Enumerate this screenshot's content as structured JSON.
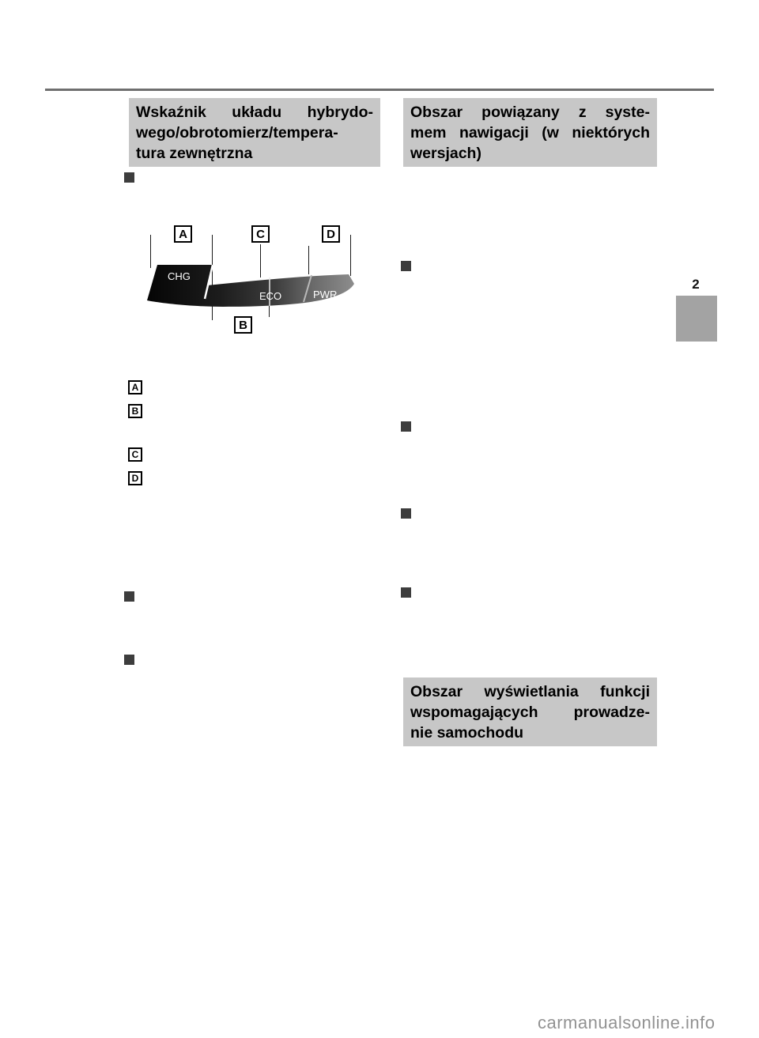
{
  "page": {
    "chapter_number": "2",
    "watermark": "carmanualsonline.info"
  },
  "left_column": {
    "header": {
      "line1": "Wskaźnik układu hybrydo-",
      "line2": "wego/obrotomierz/tempera-",
      "line3": "tura zewnętrzna"
    },
    "diagram": {
      "callout_a": "A",
      "callout_b": "B",
      "callout_c": "C",
      "callout_d": "D",
      "gauge_labels": {
        "charge": "CHG",
        "eco": "ECO",
        "power": "PWR"
      },
      "legend": [
        "A",
        "B",
        "C",
        "D"
      ]
    }
  },
  "right_column": {
    "header_navigation": {
      "line1": "Obszar powiązany z syste-",
      "line2": "mem nawigacji (w niektórych",
      "line3": "wersjach)"
    },
    "header_driving_assist": {
      "line1": "Obszar wyświetlania funkcji",
      "line2": "wspomagających prowadze-",
      "line3": "nie samochodu"
    }
  }
}
